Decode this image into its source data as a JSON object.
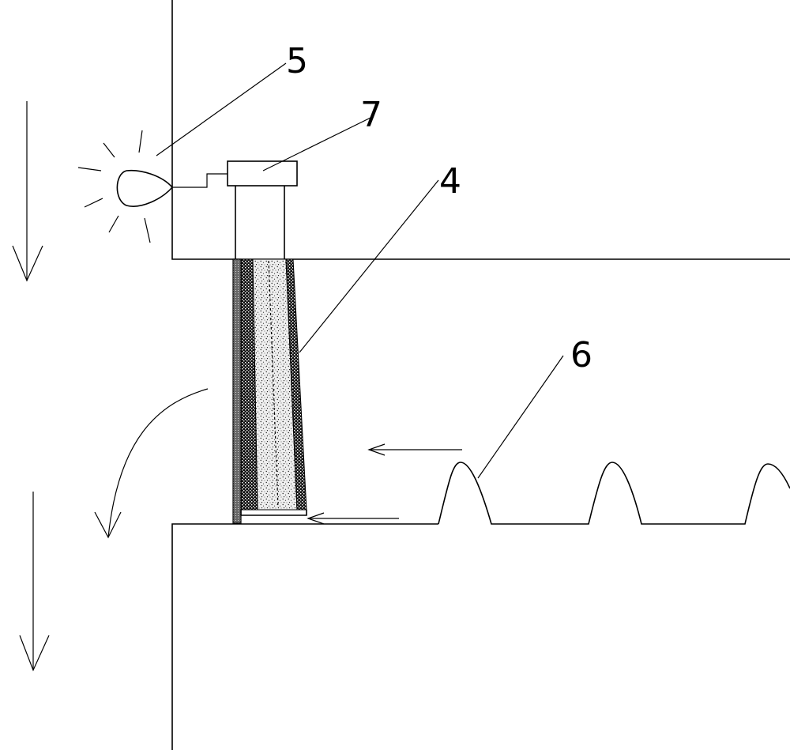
{
  "labels": {
    "l5": "5",
    "l7": "7",
    "l4": "4",
    "l6": "6"
  },
  "colors": {
    "stroke": "#000000",
    "background": "#ffffff",
    "dark_layer": "#1a1a1a",
    "mid_layer": "#555555",
    "light_layer": "#e8e8e8"
  }
}
